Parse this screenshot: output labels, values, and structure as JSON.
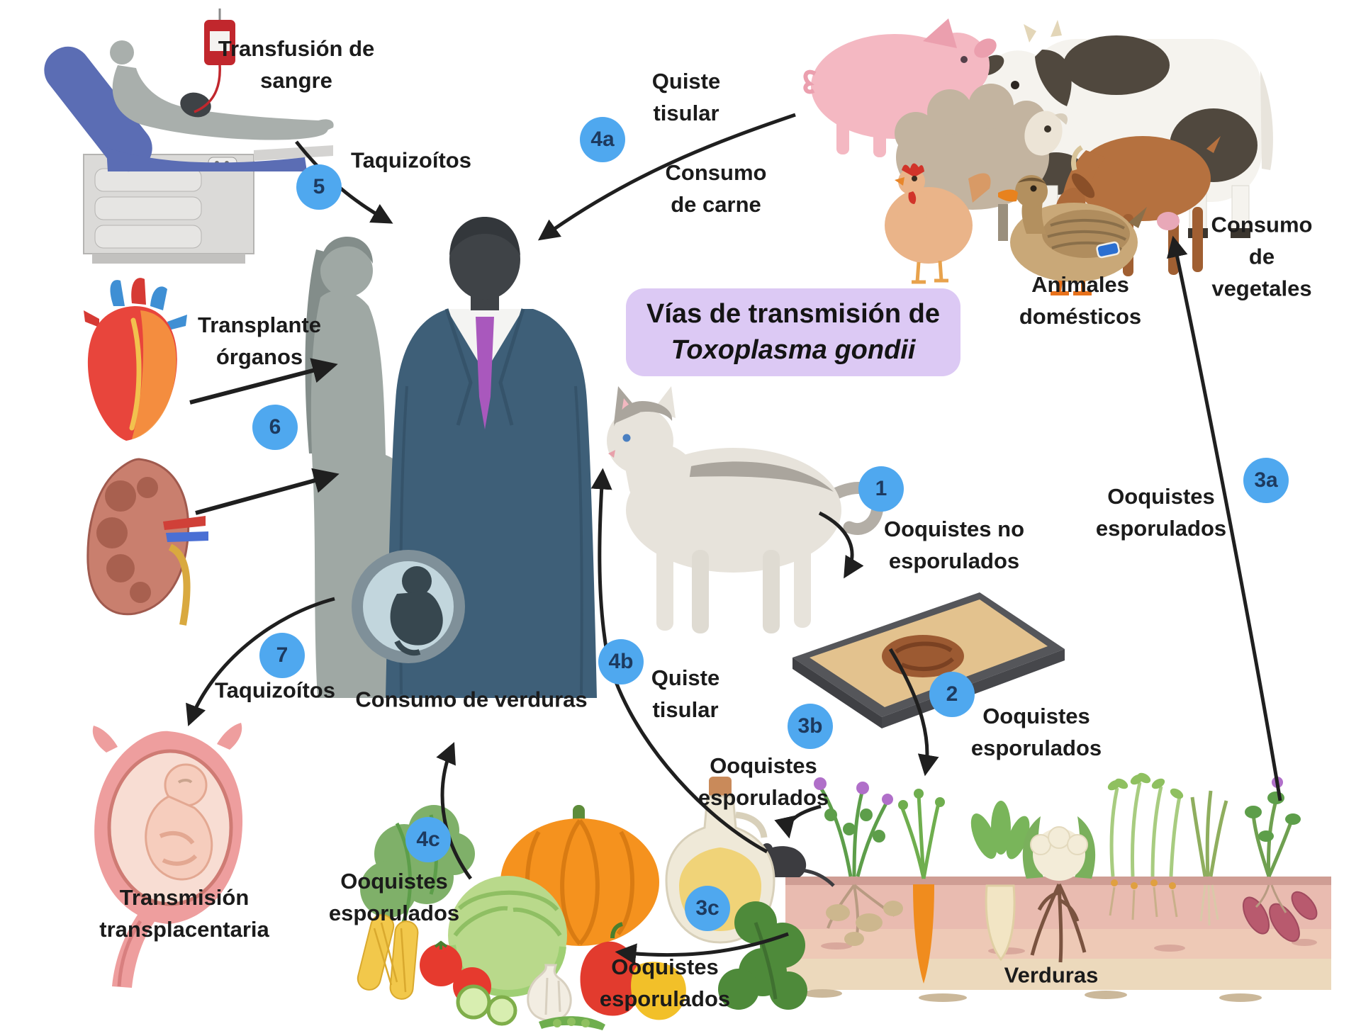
{
  "title": {
    "line1": "Vías de transmisión de",
    "line2": "Toxoplasma gondii"
  },
  "labels": {
    "transfusion": "Transfusión de\nsangre",
    "tachyzoites_5": "Taquizoítos",
    "tissue_cyst_4a": "Quiste\ntisular",
    "meat_consumption": "Consumo\nde carne",
    "domestic_animals": "Animales\ndomésticos",
    "vegetable_consumption": "Consumo de\nvegetales",
    "organ_transplant": "Transplante\nórganos",
    "unsporulated_oocysts": "Ooquistes no\nesporulados",
    "sporulated_oocysts_3a": "Ooquistes\nesporulados",
    "sporulated_oocysts_2": "Ooquistes\nesporulados",
    "sporulated_oocysts_3b": "Ooquistes\nesporulados",
    "tissue_cyst_4b": "Quiste\ntisular",
    "vegetables_consumption": "Consumo de verduras",
    "tachyzoites_7": "Taquizoítos",
    "sporulated_oocysts_4c": "Ooquistes\nesporulados",
    "sporulated_oocysts_3c": "Ooquistes\nesporulados",
    "transplacental_transmission": "Transmisión\ntransplacentaria",
    "vegetables_bed": "Verduras"
  },
  "badges": {
    "n1": "1",
    "n2": "2",
    "n3a": "3a",
    "n3b": "3b",
    "n3c": "3c",
    "n4a": "4a",
    "n4b": "4b",
    "n4c": "4c",
    "n5": "5",
    "n6": "6",
    "n7": "7"
  },
  "colors": {
    "badge_blue": "#4fa8ef",
    "title_purple": "#dcc9f4",
    "arrow_black": "#1f1f1f"
  }
}
